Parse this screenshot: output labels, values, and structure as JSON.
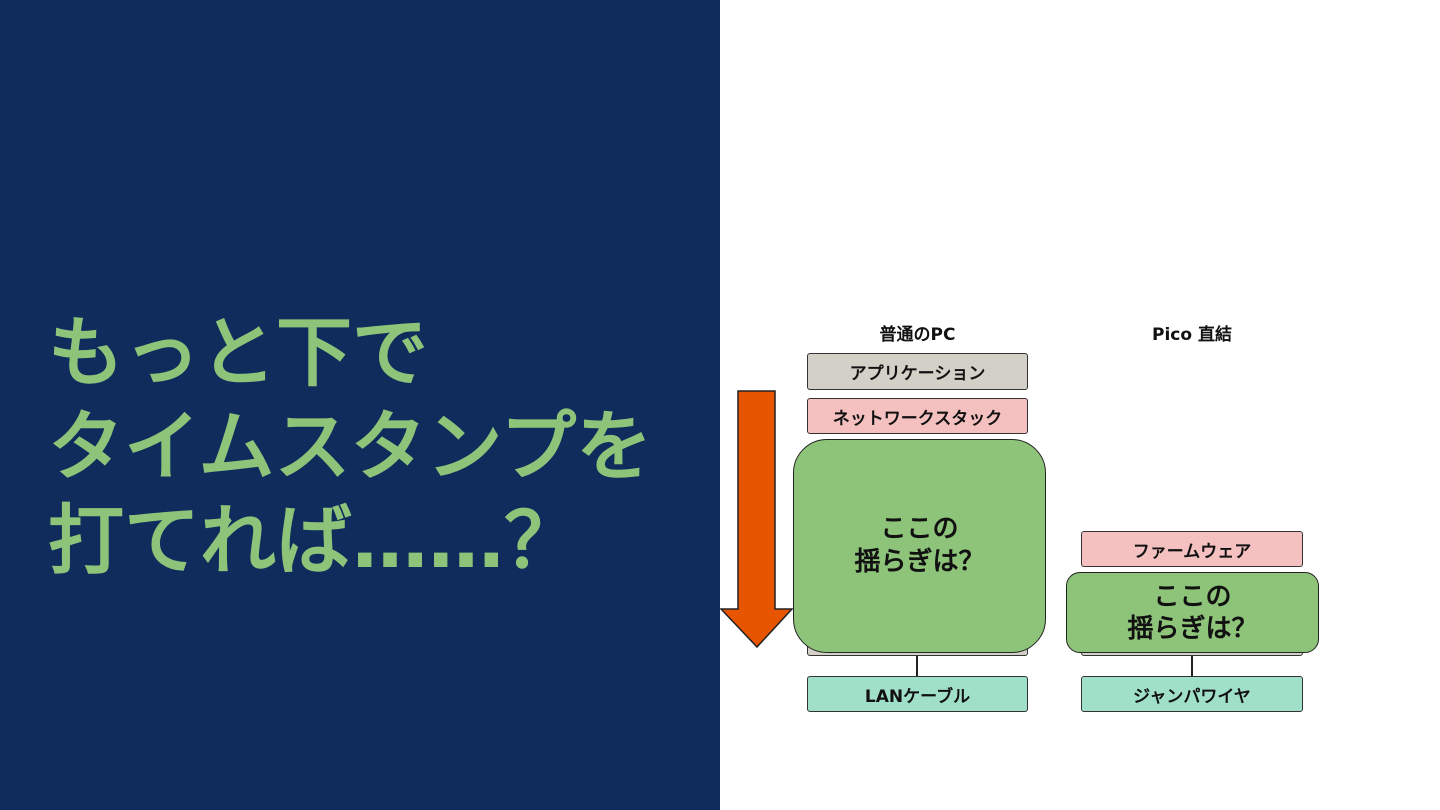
{
  "headline": {
    "lines": [
      "もっと下で",
      "タイムスタンプを",
      "打てれば……？"
    ],
    "color": "#8ec47a"
  },
  "colors": {
    "left_background": "#0f2c5c",
    "application": "#d3d0c8",
    "network": "#f5c0c0",
    "highlight": "#8ec47a",
    "cable": "#a0e0c8",
    "arrow": "#e85500"
  },
  "diagram": {
    "normal_pc": {
      "title": "普通のPC",
      "application": "アプリケーション",
      "network_stack": "ネットワークスタック",
      "fluctuation": [
        "ここの",
        "揺らぎは？"
      ],
      "cable": "LANケーブル"
    },
    "pico": {
      "title": "Pico 直結",
      "firmware": "ファームウェア",
      "fluctuation": [
        "ここの",
        "揺らぎは？"
      ],
      "cable": "ジャンパワイヤ"
    },
    "arrow_icon": "down-arrow-icon"
  }
}
